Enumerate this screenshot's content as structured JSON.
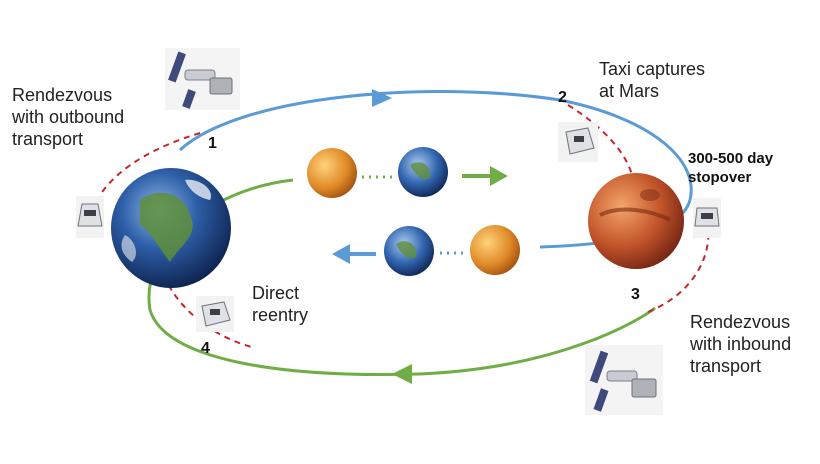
{
  "labels": {
    "rendezvous_outbound": "Rendezvous\nwith outbound\ntransport",
    "taxi_captures": "Taxi captures\nat Mars",
    "stopover": "300-500 day\nstopover",
    "rendezvous_inbound": "Rendezvous\nwith inbound\ntransport",
    "direct_reentry": "Direct\nreentry"
  },
  "steps": [
    "1",
    "2",
    "3",
    "4"
  ],
  "colors": {
    "outbound_arc": "#5b9bd5",
    "return_arc": "#70ad47",
    "taxi_path": "#c0282e",
    "arrow_blue": "#5b9bd5",
    "arrow_green": "#70ad47"
  },
  "icons": [
    "earth-icon",
    "mars-icon",
    "transport-ship-icon",
    "capsule-icon",
    "venus-icon"
  ]
}
